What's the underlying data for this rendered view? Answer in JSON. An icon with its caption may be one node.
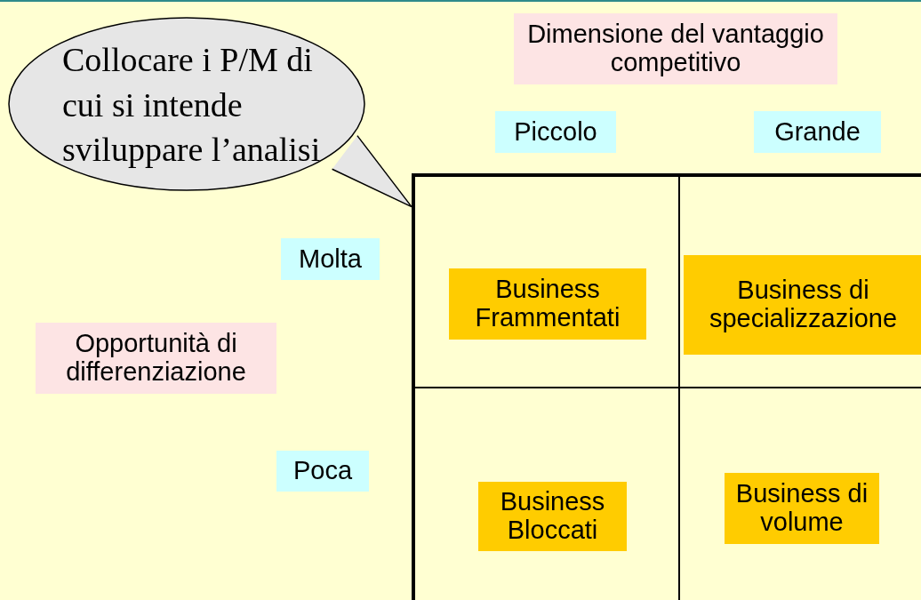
{
  "diagram": {
    "nodes": [
      {
        "text": [
          "Collocare i P/M di cui si intende sviluppare l’analisi"
        ]
      },
      {
        "text": [],
        "shape": "box"
      },
      {
        "text": [
          "Business Frammentati"
        ],
        "in": 1
      },
      {
        "text": [
          "Business di specializzazione"
        ],
        "in": 1
      },
      {
        "text": [
          "Business Bloccati"
        ],
        "in": 1
      },
      {
        "text": [
          "Business di volume"
        ],
        "in": 1
      }
    ],
    "edges": [
      {
        "from": 0,
        "to": 1,
        "arrow": "none"
      }
    ],
    "labels": [
      "Dimensione del vantaggio competitivo",
      "Piccolo",
      "Grande",
      "Molta",
      "Opportunità di differenziazione",
      "Poca"
    ]
  }
}
